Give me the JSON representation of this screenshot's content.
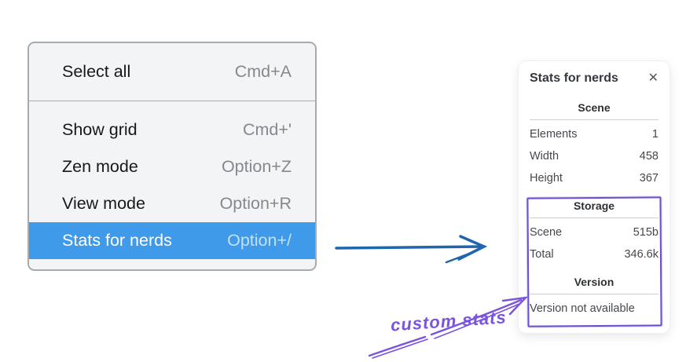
{
  "colors": {
    "menu_highlight": "#3f9bea",
    "menu_background": "#f3f4f6",
    "blue_arrow": "#2065ae",
    "annotation_purple": "#7a54dd",
    "box_purple": "#6b4ec9"
  },
  "menu": {
    "groups": [
      {
        "items": [
          {
            "label": "Select all",
            "shortcut": "Cmd+A",
            "selected": false
          }
        ]
      },
      {
        "items": [
          {
            "label": "Show grid",
            "shortcut": "Cmd+'",
            "selected": false
          },
          {
            "label": "Zen mode",
            "shortcut": "Option+Z",
            "selected": false
          },
          {
            "label": "View mode",
            "shortcut": "Option+R",
            "selected": false
          },
          {
            "label": "Stats for nerds",
            "shortcut": "Option+/",
            "selected": true
          }
        ]
      }
    ]
  },
  "stats_panel": {
    "title": "Stats for nerds",
    "sections": [
      {
        "heading": "Scene",
        "rows": [
          {
            "label": "Elements",
            "value": "1"
          },
          {
            "label": "Width",
            "value": "458"
          },
          {
            "label": "Height",
            "value": "367"
          }
        ]
      },
      {
        "heading": "Storage",
        "rows": [
          {
            "label": "Scene",
            "value": "515b"
          },
          {
            "label": "Total",
            "value": "346.6k"
          }
        ]
      },
      {
        "heading": "Version",
        "rows": [],
        "note": "Version not available"
      }
    ]
  },
  "annotation": {
    "label": "custom stats"
  },
  "icons": {
    "close": "✕"
  }
}
